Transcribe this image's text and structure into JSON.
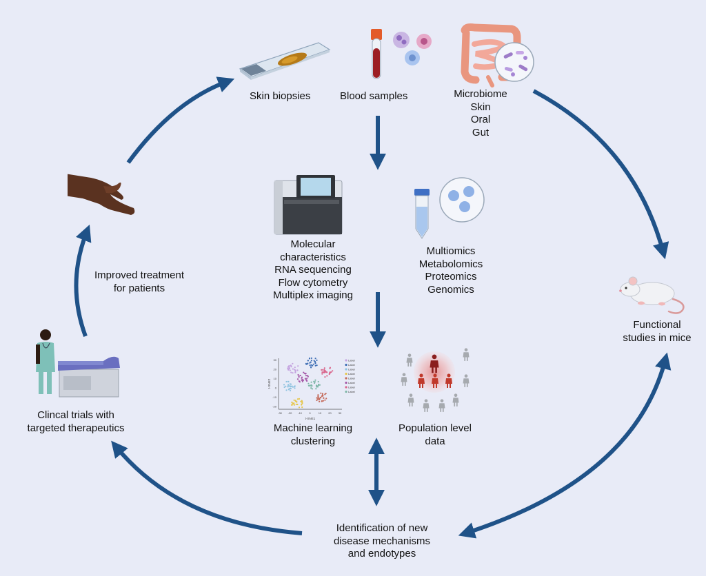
{
  "labels": {
    "skin_biopsies": "Skin biopsies",
    "blood_samples": "Blood samples",
    "microbiome": [
      "Microbiome",
      "Skin",
      "Oral",
      "Gut"
    ],
    "molecular": [
      "Molecular",
      "characteristics",
      "RNA sequencing",
      "Flow cytometry",
      "Multiplex imaging"
    ],
    "multiomics": [
      "Multiomics",
      "Metabolomics",
      "Proteomics",
      "Genomics"
    ],
    "machine_learning": [
      "Machine learning",
      "clustering"
    ],
    "population": [
      "Population level",
      "data"
    ],
    "identification": [
      "Identification of new",
      "disease mechanisms",
      "and endotypes"
    ],
    "functional": [
      "Functional",
      "studies in mice"
    ],
    "clinical": [
      "Clincal trials with",
      "targeted therapeutics"
    ],
    "improved": [
      "Improved treatment",
      "for patients"
    ]
  },
  "scatter_plot": {
    "y_axis_title": "t-SNE2",
    "x_axis_title": "t-SNE1",
    "x_ticks": [
      "-30",
      "-20",
      "-10",
      "0",
      "10",
      "20",
      "30"
    ],
    "y_ticks": [
      "30",
      "20",
      "10",
      "0",
      "-10",
      "-20"
    ],
    "legend": [
      "Label",
      "Label",
      "Label",
      "Label",
      "Label",
      "Label",
      "Label",
      "Label"
    ],
    "cluster_colors": [
      "#c4a3e0",
      "#3f6fb5",
      "#8fc3e0",
      "#e6c64a",
      "#c46a5a",
      "#a55aa8",
      "#d9668c",
      "#7fb7a8"
    ]
  },
  "colors": {
    "background": "#e8ebf7",
    "cycle_arrow": "#1f5288",
    "population_highlight": "#c0392b",
    "population_neutral": "#a6aaaf"
  }
}
